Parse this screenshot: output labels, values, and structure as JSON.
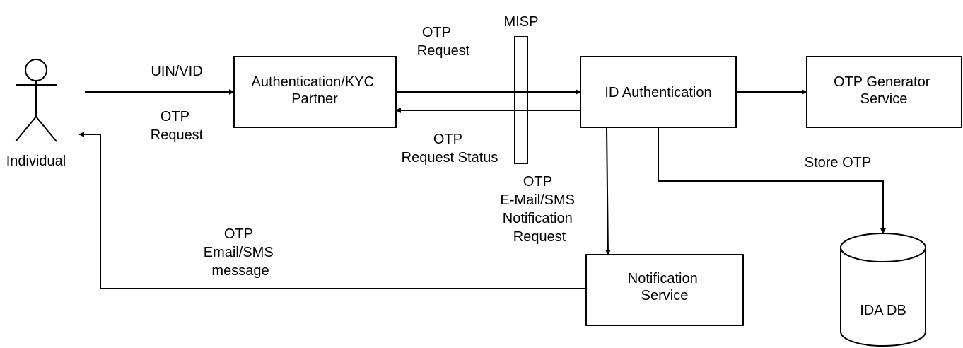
{
  "actor": {
    "label": "Individual"
  },
  "nodes": {
    "partner": [
      "Authentication/KYC",
      "Partner"
    ],
    "misp": "MISP",
    "id_auth": "ID Authentication",
    "otp_generator": [
      "OTP Generator",
      "Service"
    ],
    "notification": [
      "Notification",
      "Service"
    ],
    "ida_db": "IDA DB"
  },
  "edges": {
    "uin_vid": "UIN/VID",
    "individual_otp_request": [
      "OTP",
      "Request"
    ],
    "misp_otp_request": [
      "OTP",
      "Request"
    ],
    "otp_request_status": [
      "OTP",
      "Request Status"
    ],
    "notification_request": [
      "OTP",
      "E-Mail/SMS",
      "Notification",
      "Request"
    ],
    "store_otp": "Store OTP",
    "otp_message": [
      "OTP",
      "Email/SMS",
      "message"
    ]
  },
  "colors": {
    "stroke": "#000000",
    "fill": "#ffffff",
    "text": "#000000"
  }
}
